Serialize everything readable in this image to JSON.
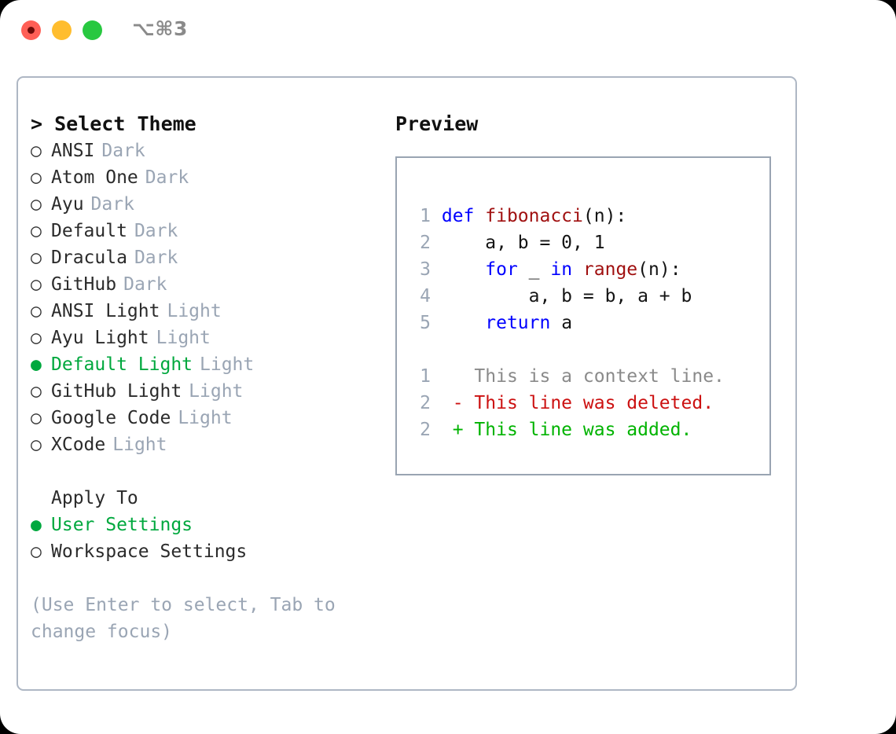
{
  "window": {
    "shortcut": "⌥⌘3",
    "traffic_lights": [
      {
        "name": "close",
        "color": "#ff5f56"
      },
      {
        "name": "minimize",
        "color": "#ffbd2e"
      },
      {
        "name": "zoom",
        "color": "#28c840"
      }
    ]
  },
  "theme_picker": {
    "header": "> Select Theme",
    "selected_marker": "●",
    "unselected_marker": "○",
    "accent_color": "#00a83e",
    "items": [
      {
        "label": "ANSI",
        "badge": "Dark",
        "selected": false
      },
      {
        "label": "Atom One",
        "badge": "Dark",
        "selected": false
      },
      {
        "label": "Ayu",
        "badge": "Dark",
        "selected": false
      },
      {
        "label": "Default",
        "badge": "Dark",
        "selected": false
      },
      {
        "label": "Dracula",
        "badge": "Dark",
        "selected": false
      },
      {
        "label": "GitHub",
        "badge": "Dark",
        "selected": false
      },
      {
        "label": "ANSI Light",
        "badge": "Light",
        "selected": false
      },
      {
        "label": "Ayu Light",
        "badge": "Light",
        "selected": false
      },
      {
        "label": "Default Light",
        "badge": "Light",
        "selected": true
      },
      {
        "label": "GitHub Light",
        "badge": "Light",
        "selected": false
      },
      {
        "label": "Google Code",
        "badge": "Light",
        "selected": false
      },
      {
        "label": "XCode",
        "badge": "Light",
        "selected": false
      }
    ]
  },
  "apply_to": {
    "title": "Apply To",
    "items": [
      {
        "label": "User Settings",
        "selected": true
      },
      {
        "label": "Workspace Settings",
        "selected": false
      }
    ]
  },
  "hint": "(Use Enter to select, Tab to change focus)",
  "preview": {
    "title": "Preview",
    "code_lines": [
      {
        "num": "1",
        "tokens": [
          {
            "t": "def ",
            "c": "kw"
          },
          {
            "t": "fibonacci",
            "c": "fn"
          },
          {
            "t": "(n):",
            "c": "pl"
          }
        ]
      },
      {
        "num": "2",
        "tokens": [
          {
            "t": "    a, b = 0, 1",
            "c": "pl"
          }
        ]
      },
      {
        "num": "3",
        "tokens": [
          {
            "t": "    ",
            "c": "pl"
          },
          {
            "t": "for",
            "c": "kw"
          },
          {
            "t": " _ ",
            "c": "pl"
          },
          {
            "t": "in",
            "c": "kw"
          },
          {
            "t": " ",
            "c": "pl"
          },
          {
            "t": "range",
            "c": "fn"
          },
          {
            "t": "(n):",
            "c": "pl"
          }
        ]
      },
      {
        "num": "4",
        "tokens": [
          {
            "t": "        a, b = b, a + b",
            "c": "pl"
          }
        ]
      },
      {
        "num": "5",
        "tokens": [
          {
            "t": "    ",
            "c": "pl"
          },
          {
            "t": "return",
            "c": "kw"
          },
          {
            "t": " a",
            "c": "pl"
          }
        ]
      }
    ],
    "diff_lines": [
      {
        "num": "1",
        "sign": " ",
        "text": " This is a context line.",
        "kind": "diff-ctx"
      },
      {
        "num": "2",
        "sign": "-",
        "text": " This line was deleted.",
        "kind": "diff-del"
      },
      {
        "num": "2",
        "sign": "+",
        "text": " This line was added.",
        "kind": "diff-add"
      }
    ]
  }
}
